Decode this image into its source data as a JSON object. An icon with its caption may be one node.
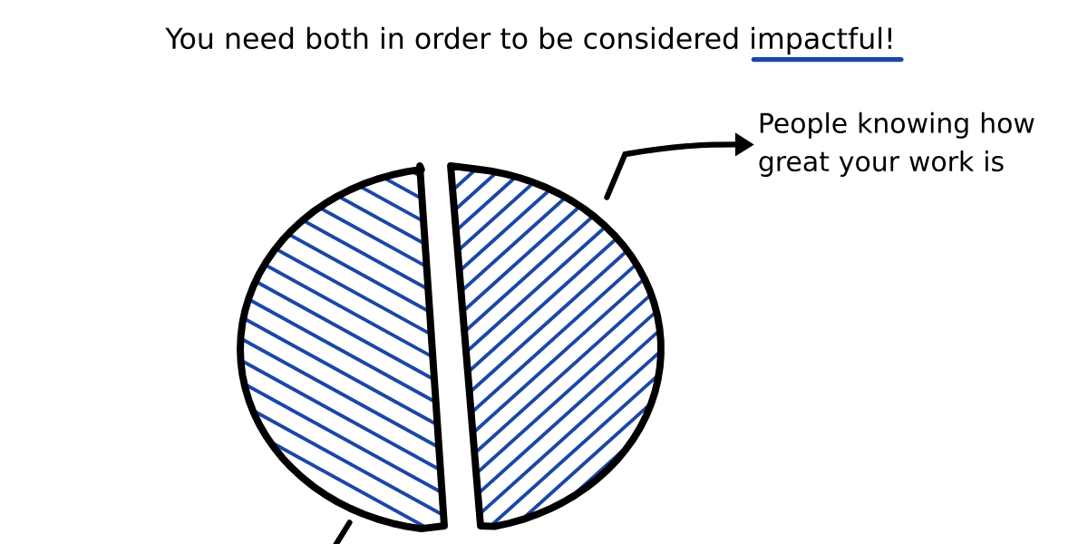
{
  "diagram": {
    "title": "You need both in order to be considered impactful!",
    "nodes": [
      {
        "text": [],
        "shape": "half-circle"
      },
      {
        "text": [],
        "shape": "half-circle"
      },
      {
        "text": [
          "People knowing how great your work is"
        ]
      }
    ],
    "edges": [
      {
        "from": 1,
        "to": 2,
        "arrow": "to"
      },
      {
        "from": 0,
        "to": null,
        "arrow": "none"
      }
    ]
  }
}
